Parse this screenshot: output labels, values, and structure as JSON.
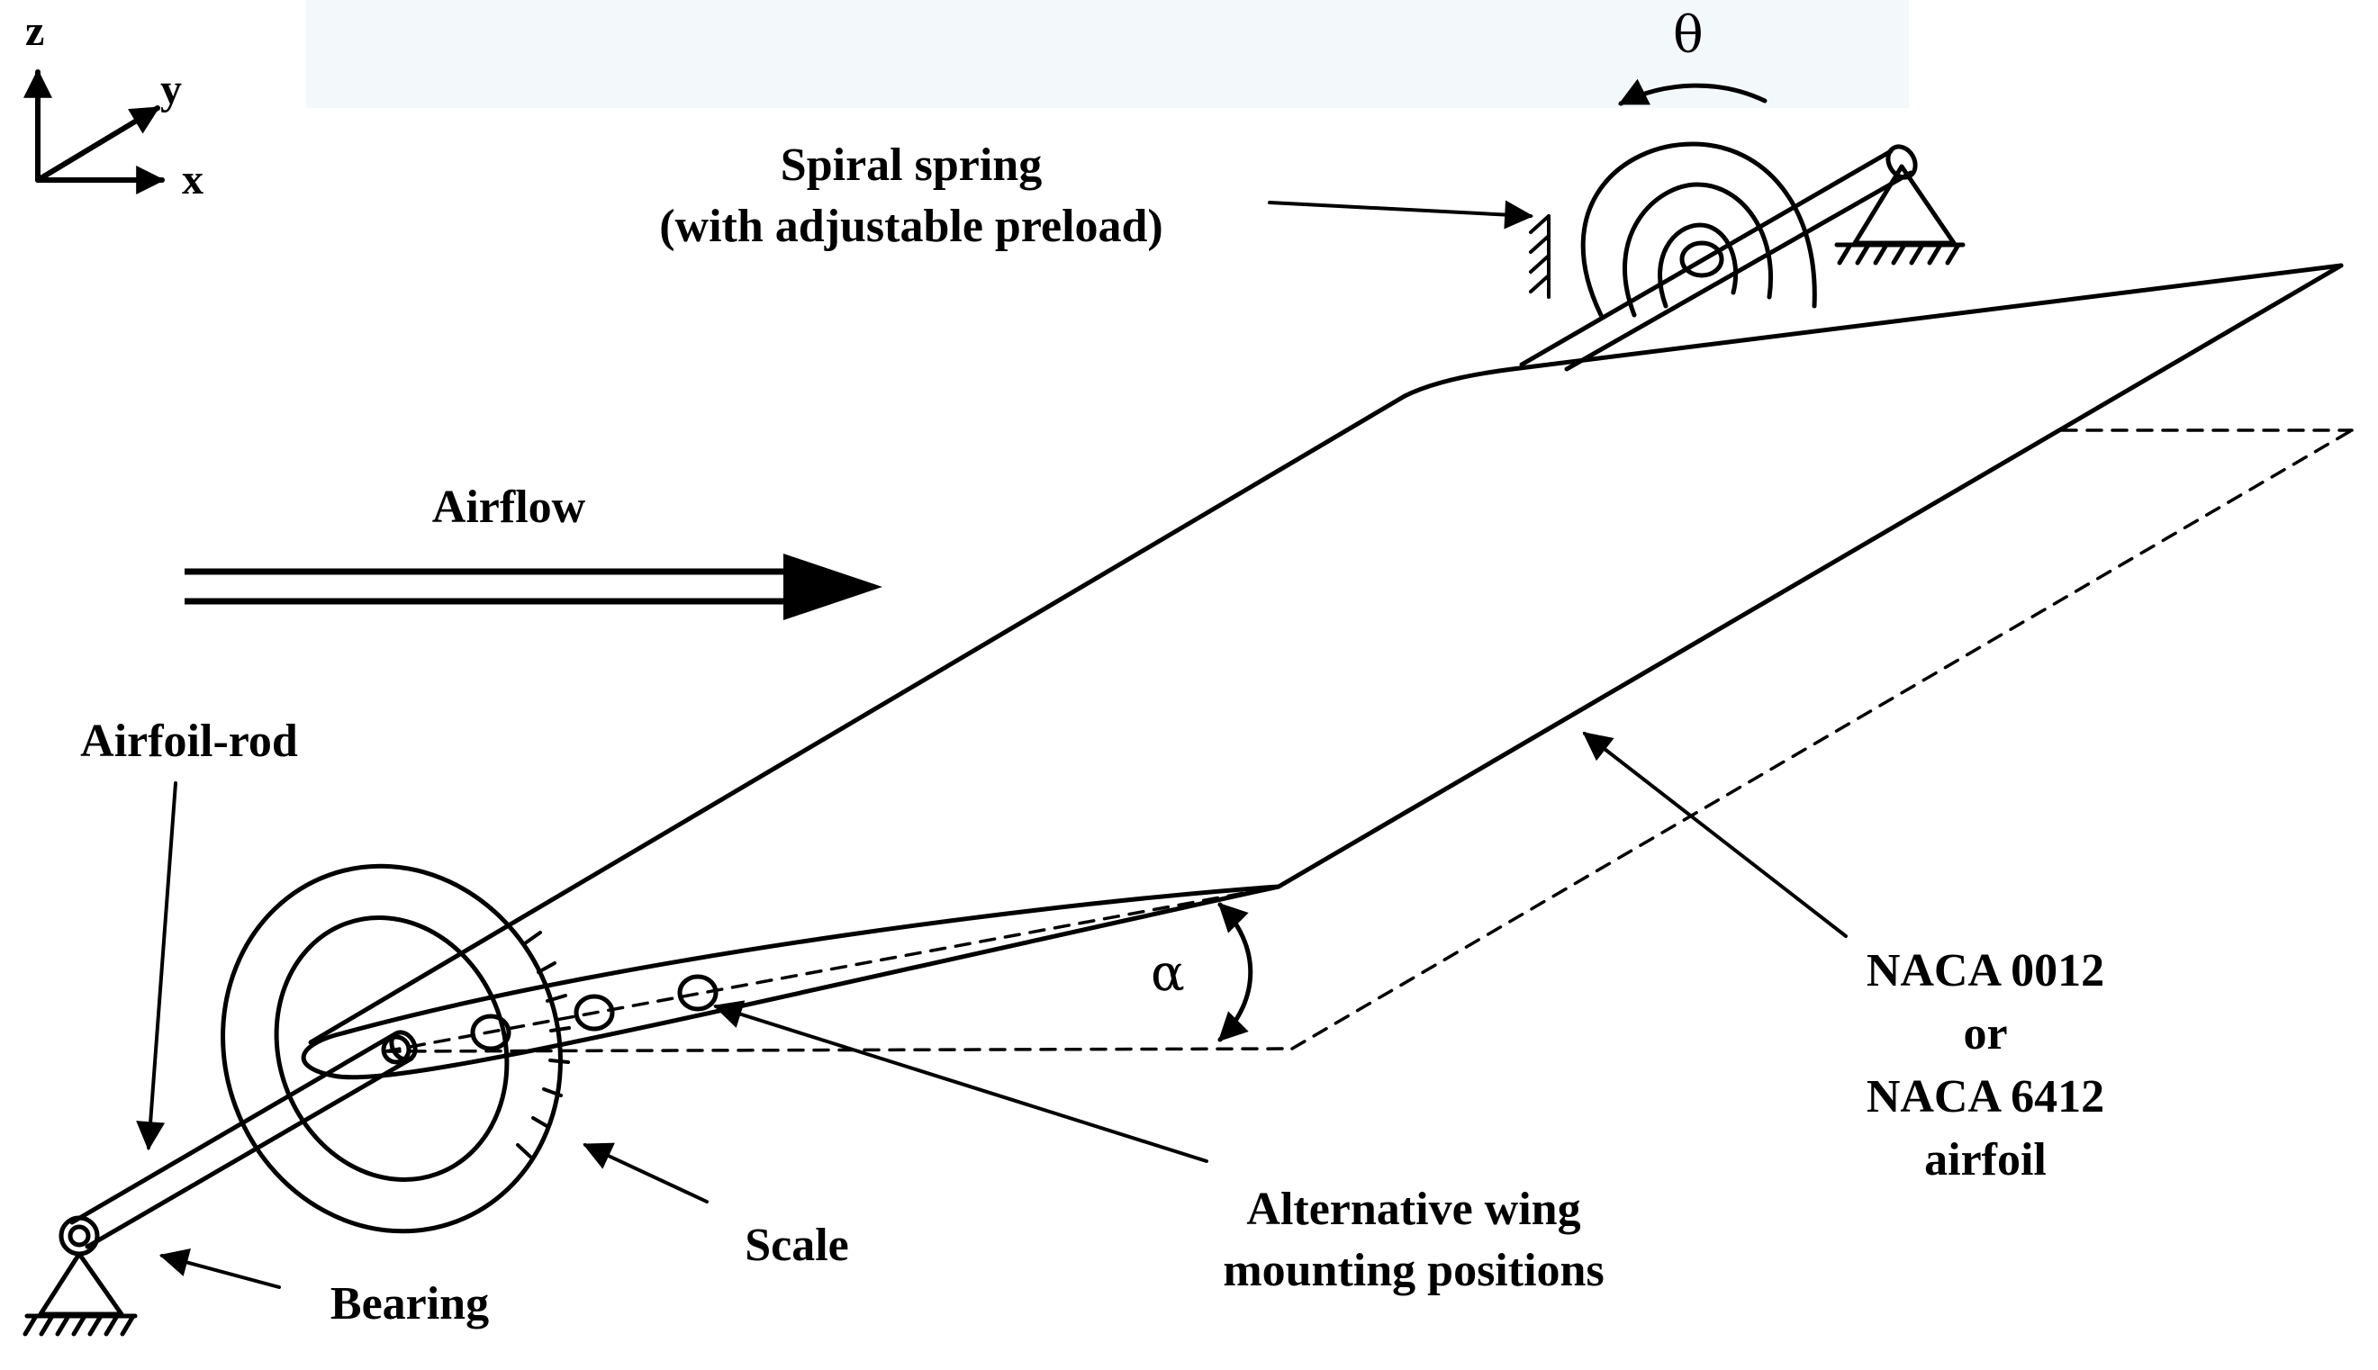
{
  "axes": {
    "z": "z",
    "y": "y",
    "x": "x"
  },
  "symbols": {
    "theta": "θ",
    "alpha": "α"
  },
  "labels": {
    "spiral_spring": [
      "Spiral spring",
      "(with adjustable preload)"
    ],
    "airflow": "Airflow",
    "airfoil_rod": "Airfoil-rod",
    "naca": [
      "NACA 0012",
      "or",
      "NACA 6412",
      "airfoil"
    ],
    "alternative": [
      "Alternative wing",
      "mounting positions"
    ],
    "scale": "Scale",
    "bearing": "Bearing"
  },
  "colors": {
    "ink": "#000000",
    "background": "#ffffff",
    "header_tint": "#f3f8fb"
  }
}
